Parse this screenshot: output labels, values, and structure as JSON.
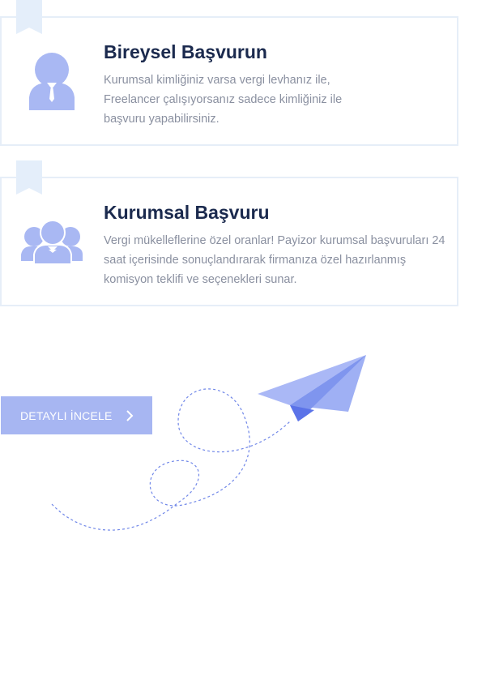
{
  "cards": [
    {
      "title": "Bireysel Başvurun",
      "description": "Kurumsal kimliğiniz varsa vergi levhanız ile, Freelancer çalışıyorsanız sadece kimliğiniz ile başvuru yapabilirsiniz.",
      "icon": "person-icon"
    },
    {
      "title": "Kurumsal Başvuru",
      "description": "Vergi mükelleflerine özel oranlar! Payizor kurumsal başvuruları 24 saat içerisinde sonuçlandırarak firmanıza özel hazırlanmış komisyon teklifi ve seçenekleri sunar.",
      "icon": "group-icon"
    }
  ],
  "cta": {
    "label": "DETAYLI İNCELE",
    "icon": "chevron-right-icon"
  },
  "illustration": {
    "icon": "paper-plane-icon"
  },
  "colors": {
    "accent": "#a7b6f2",
    "icon_fill": "#a9b8f3",
    "title": "#1b2a4e",
    "text": "#8a90a0",
    "card_border": "#e6eef8",
    "ribbon": "#e4eefa",
    "plane_dark": "#5b73e8"
  }
}
